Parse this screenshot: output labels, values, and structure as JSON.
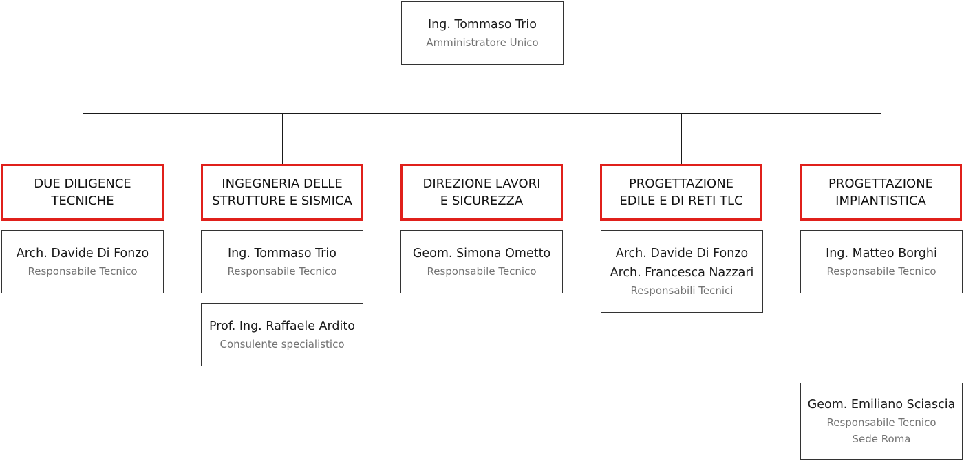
{
  "root": {
    "name": "Ing. Tommaso Trio",
    "role": "Amministratore Unico"
  },
  "departments": [
    {
      "title_lines": [
        "DUE DILIGENCE",
        "TECNICHE"
      ],
      "cards": [
        {
          "names": [
            "Arch. Davide Di Fonzo"
          ],
          "roles": [
            "Responsabile Tecnico"
          ]
        }
      ]
    },
    {
      "title_lines": [
        "INGEGNERIA DELLE",
        "STRUTTURE E SISMICA"
      ],
      "cards": [
        {
          "names": [
            "Ing. Tommaso Trio"
          ],
          "roles": [
            "Responsabile Tecnico"
          ]
        },
        {
          "names": [
            "Prof. Ing. Raffaele Ardito"
          ],
          "roles": [
            "Consulente specialistico"
          ]
        }
      ]
    },
    {
      "title_lines": [
        "DIREZIONE LAVORI",
        "E SICUREZZA"
      ],
      "cards": [
        {
          "names": [
            "Geom. Simona Ometto"
          ],
          "roles": [
            "Responsabile Tecnico"
          ]
        }
      ]
    },
    {
      "title_lines": [
        "PROGETTAZIONE",
        "EDILE E DI RETI TLC"
      ],
      "cards": [
        {
          "names": [
            "Arch. Davide Di Fonzo",
            "Arch. Francesca Nazzari"
          ],
          "roles": [
            "Responsabili Tecnici"
          ]
        }
      ]
    },
    {
      "title_lines": [
        "PROGETTAZIONE",
        "IMPIANTISTICA"
      ],
      "cards": [
        {
          "names": [
            "Ing. Matteo Borghi"
          ],
          "roles": [
            "Responsabile Tecnico"
          ]
        },
        {
          "names": [
            "Geom. Emiliano Sciascia"
          ],
          "roles": [
            "Responsabile Tecnico",
            "Sede Roma"
          ]
        }
      ]
    }
  ],
  "colors": {
    "department_border": "#e0201b",
    "card_border": "#333333",
    "connector": "#1a1a1a",
    "name_text": "#1a1a1a",
    "role_text": "#737373"
  }
}
